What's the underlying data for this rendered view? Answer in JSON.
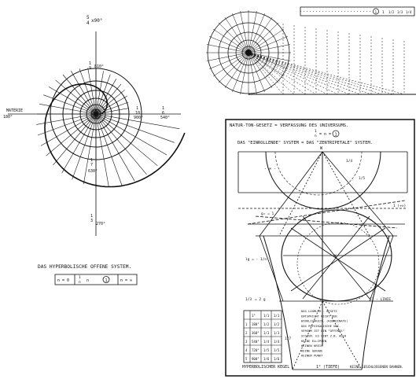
{
  "left_diagram": {
    "caption": "DAS HYPERBOLISCHE OFFENE SYSTEM.",
    "label_top": "x90°",
    "label_top_num": "5",
    "label_top_den": "4",
    "label_inner_top": "810°",
    "label_inner_top_num": "1",
    "label_inner_top_den": "9",
    "label_left_word": "MATERIE",
    "label_left_deg": "180°",
    "label_right_mid": "1",
    "label_right_mid_sub": "10",
    "label_right_mid_deg": "900°",
    "label_right": "1",
    "label_right_sub": "6",
    "label_right_deg": "540°",
    "label_bottom_mid": "630°",
    "label_bottom_mid_num": "1",
    "label_bottom_mid_den": "7",
    "label_bottom": "270°",
    "label_bottom_num": "1",
    "label_bottom_den": "3",
    "legend_left": "n = 0",
    "legend_frac_num": "1",
    "legend_frac_den": "n",
    "legend_arrow": "n",
    "legend_circle": "1",
    "legend_right": "n = ∞"
  },
  "top_right_diagram": {
    "scale_marks": [
      "1",
      "1/2",
      "1/3",
      "1/4"
    ],
    "scale_circle": "1"
  },
  "right_panel": {
    "title": "NATUR-TON-GESETZ = VERFASSUNG DES UNIVERSUMS.",
    "formula_num": "1",
    "formula_den": "n",
    "formula_eq": "= n =",
    "formula_circle": "1",
    "subtitle": "DAS \"EINROLLENDE\" SYSTEM = DAS \"ZENTRIPETALE\" SYSTEM.",
    "label_lg": "lg = - 1/n",
    "label_w": "W",
    "label_infinity": "- ∞ -",
    "label_frac_a": "1/4",
    "label_frac_b": "1/5",
    "label_ga": "g₂ = 1",
    "label_one_right": "1 (+∞)",
    "label_ei": "EI - LINIE",
    "label_left_frac": "1/3",
    "label_rg": "= 2 g",
    "label_ellipse_x": "X",
    "table_header": [
      "1°",
      "1/1",
      "1/1"
    ],
    "table_rows": [
      [
        "1",
        "180°",
        "1/2",
        "1/2"
      ],
      [
        "2",
        "360°",
        "1/3",
        "1/3"
      ],
      [
        "3",
        "540°",
        "1/4",
        "1/4"
      ],
      [
        "4",
        "720°",
        "1/5",
        "1/5"
      ],
      [
        "5",
        "900°",
        "1/6",
        "1/6"
      ]
    ],
    "table_side_frac": "1/7",
    "bottom_label_left": "HYPERBOLISCHER KEGEL",
    "bottom_label_mid": "1° (TIEFE)",
    "bottom_label_right": "KEINE GESCHLOSSENEN BAHNEN.",
    "note_lines": [
      "DAS LOGMLER - GESETZ",
      "ENTSPRICHT NICHT DER",
      "WIRKLICHKEIT. (KOORDINATE)",
      "DAS PHYSIKALISCHE UNI-",
      "VERSUM IST EIN \"OFFENES\"",
      "SYSTEM. ES GIBT Z.B. AUCH",
      "KEINE ELLIPSEN",
      "KEINEN KREIS",
      "KEINE GERADE",
      "KEINEN PUNKT"
    ]
  }
}
